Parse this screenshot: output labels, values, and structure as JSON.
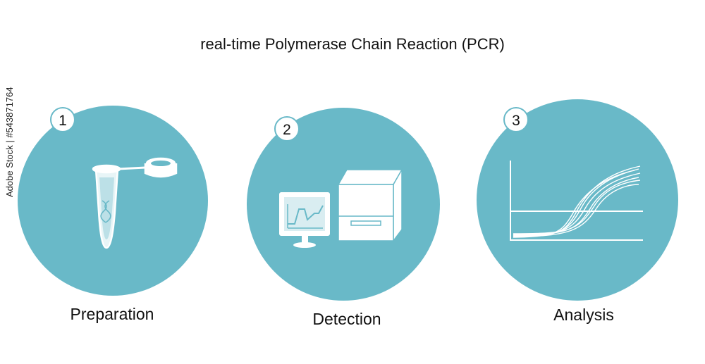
{
  "title": "real-time Polymerase Chain Reaction (PCR)",
  "steps": [
    {
      "number": "1",
      "label": "Preparation"
    },
    {
      "number": "2",
      "label": "Detection"
    },
    {
      "number": "3",
      "label": "Analysis"
    }
  ],
  "watermark": "Adobe Stock | #543871764",
  "colors": {
    "circle": "#69b9c8",
    "badge_border": "#69b9c8",
    "line": "#ffffff"
  },
  "icons": [
    "pcr-tube-icon",
    "computer-monitor-icon",
    "pcr-machine-icon",
    "amplification-curve-icon"
  ]
}
